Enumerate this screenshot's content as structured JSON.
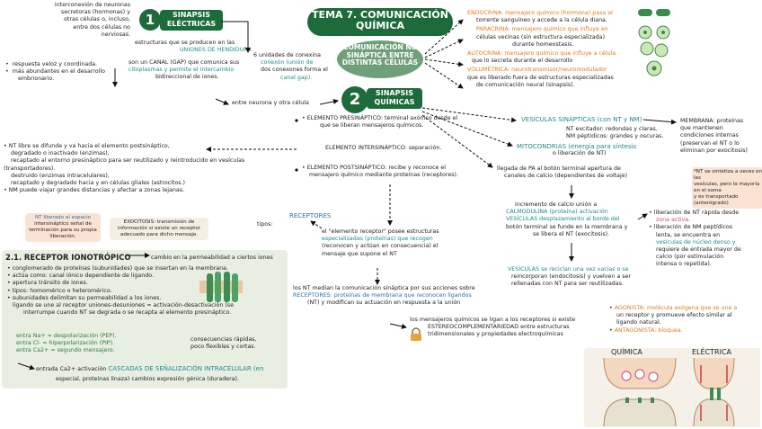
{
  "title": {
    "line1": "TEMA 7. COMUNICACIÓN",
    "line2": "QUÍMICA"
  },
  "intro_oval": {
    "line1": "COMUNICACIÓN NO",
    "line2": "SINÁPTICA ENTRE",
    "line3": "DISTINTAS CÉLULAS"
  },
  "s1": {
    "num": "1",
    "head1": "SINAPSIS",
    "head2": "ELÉCTRICAS",
    "top_left": [
      "interconexión de neuronas",
      "secretoras (hormonas) y",
      "otras células o, incluso,",
      "entre dos células no",
      "nerviosas."
    ],
    "desc1": "estructuras que se producen en las",
    "desc2": "UNIONES DE HENDIDURA",
    "canal1": "son un CANAL (GAP) que comunica sus",
    "canal2": "citoplasmas y permite el intercambio",
    "canal3": "bidireccional de iones.",
    "bullets": [
      "respuesta veloz y coordinada.",
      "más abundantes en el desarrollo",
      "embrionario."
    ],
    "conexon1": "6 unidades de conexina",
    "conexon2": "conexón (unión de",
    "conexon3": "dos conexones forma el",
    "conexon4": "canal gap).",
    "entre": "entre neurona y otra célula"
  },
  "nonsyn": {
    "endo": "ENDOCRINA: mensajero químico (hormona) pasa al",
    "endo2": "torrente sanguíneo y accede a la célula diana.",
    "para": "PARACRINA: mensajero químico que influye en",
    "para2": "células vecinas (sin estructura especializada)",
    "para3": "durante homeostasis.",
    "auto": "AUTOCRINA: mensajero químico que influye a  célula",
    "auto2": "que lo secreta          durante el desarrollo",
    "vol": "VOLUMÉTRICA: neurotransmisor/neuromodulador",
    "vol2": "que es liberado fuera de estructuras especializadas",
    "vol3": "de comunicación neural (sinapsis)."
  },
  "s2": {
    "num": "2",
    "head1": "SINAPSIS",
    "head2": "QUÍMICAS",
    "pre1": "ELEMENTO PRESINÁPTICO: terminal axónico desde el",
    "pre2": "que se liberan mensajeros químicos.",
    "inter": "ELEMENTO INTERSINÁPTICO: separación.",
    "post1": "ELEMENTO POSTSINÁPTICO: recibe y reconoce el",
    "post2": "mensajero químico mediante proteínas (receptores)."
  },
  "left_nt": [
    "NT libre se difunde y va hacia el elemento postsináptico,",
    "degradado o inactivado (enzimas),",
    "recaptado al entorno presináptico para ser reutilizado y reintroducido en vesículas",
    "(transportadores).",
    "destruido (enzimas intracelulares),",
    "recaptado y degradado hacia y en células gliales (astrocitos.)",
    "NM puede viajar grandes distancias y afectar a zonas lejanas."
  ],
  "nt_liberado": [
    "NT liberado al espacio",
    "intersináptico       señal de",
    "terminación para su propia",
    "liberación."
  ],
  "exocitosis": [
    "EXOCITOSIS: transmisión de",
    "información si existe un receptor",
    "adecuado para dicho mensaje."
  ],
  "tipos": "tipos:",
  "receptores": "RECEPTORES",
  "elemento_receptor": [
    "el \"elemento receptor\" posee estructuras",
    "especializadas (proteínas) que recogen",
    "(reconocen y actúan en consecuencia) el",
    "mensaje que supone el NT"
  ],
  "s21": {
    "head": "2.1. RECEPTOR IONOTRÓPICO",
    "cambio": "cambio en la permeabilidad a ciertos iones",
    "items": [
      "conglomerado de proteínas (subunidades) que se insertan en la membrana.",
      "actúa como: canal iónico dependiente de ligando.",
      "apertura       tránsito de iones.",
      "tipos: homomérico o heteromérico.",
      "subunidades      delimitan su permeabilidad a los iones.",
      "ligando se une al receptor     uniones-desuniones = activación-desactivación (se",
      "interrumpe cuando NT se degrada o se recapta al elemento presináptico."
    ],
    "na": "entra Na+ = despolarización (PEP).",
    "cl": "entra Cl- = hiperpolarización (PIP).",
    "ca": "entra Ca2+ = segundo mensajero.",
    "rapidas": [
      "consecuencias rápidas,",
      "poco flexibles y cortas."
    ],
    "ca2": "entrada Ca2+       activación",
    "cascadas": "CASCADAS DE SEÑALIZACIÓN INTRACELULAR (en",
    "especial": "especial, proteínas linaza)       cambios expresión génica (duradera)."
  },
  "mid": {
    "nt1": "los NT median la comunicación sináptica por sus acciones sobre",
    "nt2": "RECEPTORES: proteínas de membrana que reconocen ligandos",
    "nt3": "(NT) y modifican su actuación en respuesta a la unión",
    "ester1": "los mensajeros químicos se ligan a los receptores si existe",
    "ester2": "ESTEREOCOMPLEMENTARIEDAD entre estructuras",
    "ester3": "tridimensionales y propiedades electroquímicas"
  },
  "right": {
    "ves": "VESÍCULAS SINÁPTICAS (con NT y NM)",
    "ves2": "NT excitador: redondas y claras.",
    "ves3": "NM péptidicos: grandes y oscuras.",
    "mito": "MITOCONDRIAS (energía para síntesis",
    "mito2": "o liberación de NT)",
    "memb1": "MEMBRANA: proteínas",
    "memb2": "que mantienen",
    "memb3": "condiciones internas",
    "memb4": "(preservan el NT o lo",
    "memb5": "eliminan por exocitosis)",
    "note1": "*NT se sintetiza a veces en las",
    "note2": "vesículas, pero la mayoría en el soma",
    "note3": "y es transportado (anterógrado)",
    "llegada1": "llegada de PA al botón terminal      apertura de",
    "llegada2": "canales de calcio (dependientes de voltaje)",
    "incr1": "incremento de calcio      unión a",
    "incr2": "CALMODULINA (proteína)       activación",
    "incr3": "VESÍCULAS        desplazamiento al borde del",
    "incr4": "botón terminal       se funde en la membrana y",
    "incr5": "se libera el NT (exocitosis).",
    "lib1": "liberación de NT rápida desde",
    "lib2": "zona activa.",
    "lib3": "liberación de NM peptídicos",
    "lib4": "lenta, se encuentra en",
    "lib5": "vesículas de núcleo denso y",
    "lib6": "requiere de entrada mayor de",
    "lib7": "calcio (por estimulación",
    "lib8": "intensa o repetida).",
    "ves_rec1": "VESÍCULAS       se reciclan una vez vacías o se",
    "ves_rec2": "reincorporan (endocitosis) y vuelven a ser",
    "ves_rec3": "rellenadas con NT para ser reutilizadas.",
    "ago1": "AGONISTA: molécula exógena que se une a",
    "ago2": "un receptor y promueve efecto similar al",
    "ago3": "ligando natural.",
    "anta": "ANTAGONISTA: bloquea."
  },
  "fig": {
    "quimica": "QUÍMICA",
    "electrica": "ELÉCTRICA"
  },
  "colors": {
    "green": "#1d6b3a",
    "pink": "#d4447c",
    "teal": "#1f8a8a",
    "orange": "#e07a1f",
    "panel": "#e8efe2"
  }
}
